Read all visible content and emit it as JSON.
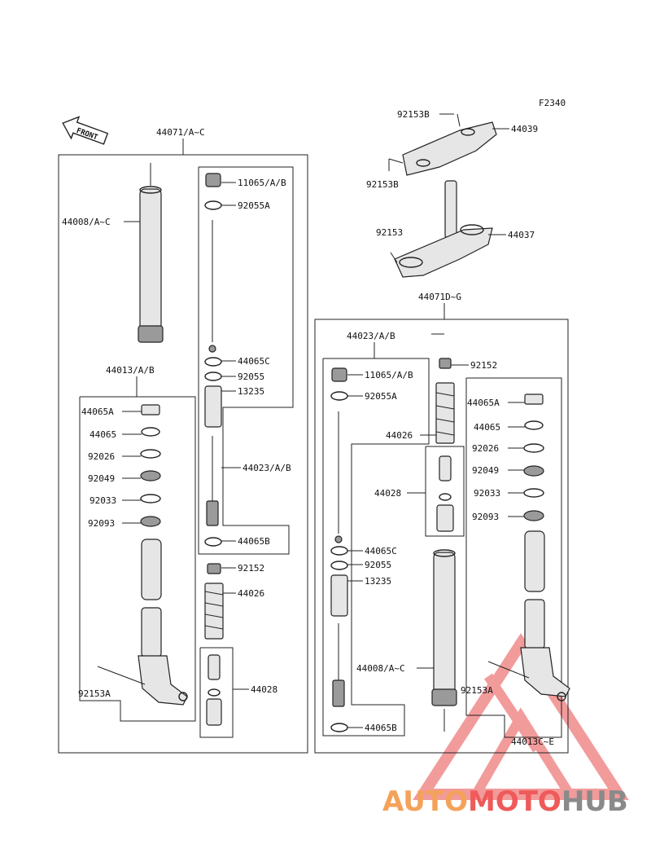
{
  "figure_code": "F2340",
  "front_label": "FRONT",
  "labels": {
    "l44071ac": "44071/A~C",
    "l44008ac_left": "44008/A~C",
    "l11065ab_left": "11065/A/B",
    "l92055a_left": "92055A",
    "l44065c_left": "44065C",
    "l92055_left": "92055",
    "l13235_left": "13235",
    "l44023ab_left": "44023/A/B",
    "l44065b_left": "44065B",
    "l44013ab": "44013/A/B",
    "l44065a_left": "44065A",
    "l44065_left": "44065",
    "l92026_left": "92026",
    "l92049_left": "92049",
    "l92033_left": "92033",
    "l92093_left": "92093",
    "l92152_left": "92152",
    "l44026_left": "44026",
    "l44028_left": "44028",
    "l92153a_left": "92153A",
    "l92153b_top": "92153B",
    "l44039": "44039",
    "l92153b_mid": "92153B",
    "l92153": "92153",
    "l44037": "44037",
    "l44071dg": "44071D~G",
    "l44023ab_right": "44023/A/B",
    "l92152_right": "92152",
    "l11065ab_right": "11065/A/B",
    "l92055a_right": "92055A",
    "l44026_right": "44026",
    "l44065a_right": "44065A",
    "l44065_right": "44065",
    "l92026_right": "92026",
    "l92049_right": "92049",
    "l44028_right": "44028",
    "l92033_right": "92033",
    "l92093_right": "92093",
    "l44065c_right": "44065C",
    "l92055_right": "92055",
    "l13235_right": "13235",
    "l44008ac_right": "44008/A~C",
    "l92153a_right": "92153A",
    "l44065b_right": "44065B",
    "l44013ce": "44013C~E"
  },
  "watermark": {
    "part1": "AUTO",
    "part2": "MOTO",
    "part3": "HUB",
    "color1": "#f4a25a",
    "color2": "#ef5a5a",
    "color3": "#8a8a8a",
    "triangle_color": "#e84b4b"
  }
}
